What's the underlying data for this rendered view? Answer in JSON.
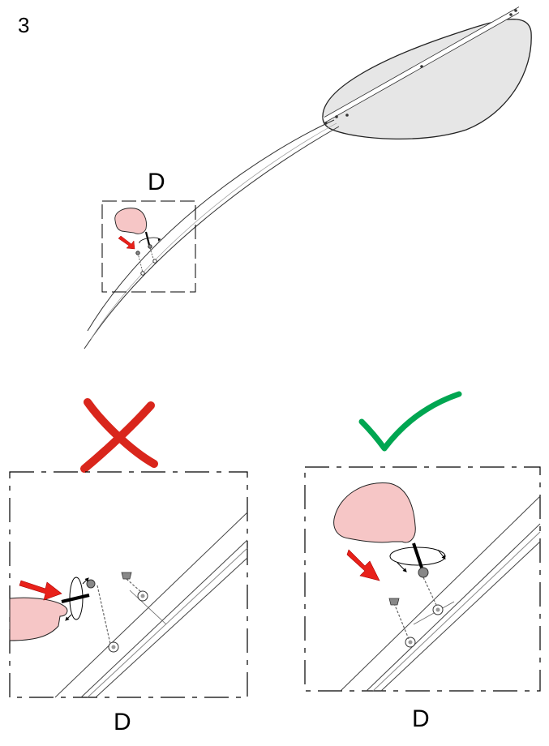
{
  "step_number": "3",
  "detail_labels": {
    "overview": "D",
    "wrong": "D",
    "correct": "D"
  },
  "colors": {
    "wrong_mark": "#d9261c",
    "correct_mark": "#00a651",
    "arrow": "#e8211a",
    "hand": "#f6c6c6",
    "blade": "#e6e6e6"
  },
  "icons": [
    "cross-icon",
    "check-icon",
    "hand-icon",
    "screwdriver-icon",
    "arrow-icon",
    "screw-icon"
  ]
}
